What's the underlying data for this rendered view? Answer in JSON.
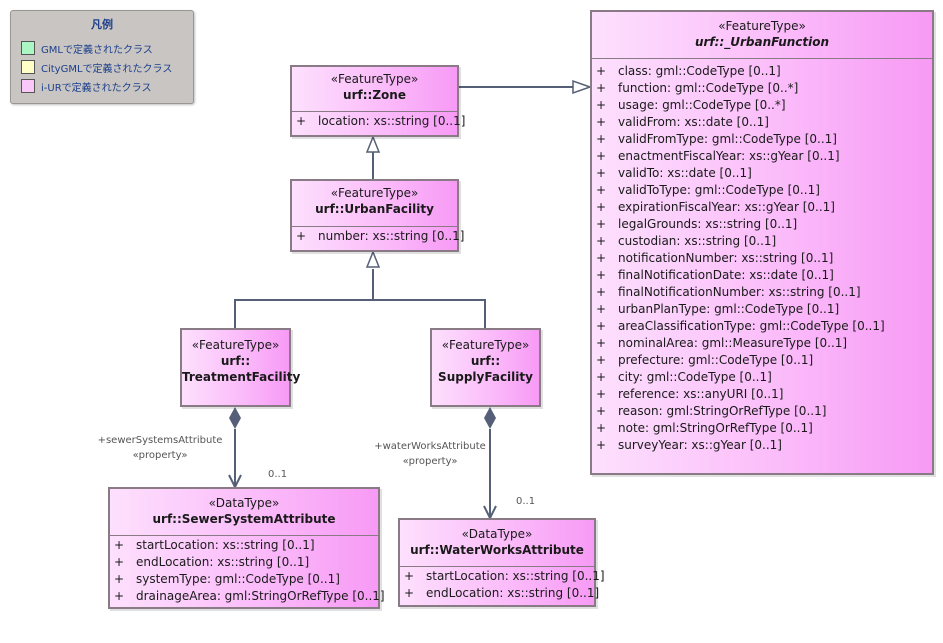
{
  "legend": {
    "title": "凡例",
    "items": [
      {
        "label": "GMLで定義されたクラス",
        "color": "#aaf7c4"
      },
      {
        "label": "CityGMLで定義されたクラス",
        "color": "#fefec6"
      },
      {
        "label": "i-URで定義されたクラス",
        "color": "#f9c8f8"
      }
    ]
  },
  "classes": {
    "zone": {
      "stereotype": "«FeatureType»",
      "name": "urf::Zone",
      "attributes": [
        {
          "vis": "+",
          "text": "location: xs::string [0..1]"
        }
      ]
    },
    "urban_facility": {
      "stereotype": "«FeatureType»",
      "name": "urf::UrbanFacility",
      "attributes": [
        {
          "vis": "+",
          "text": "number: xs::string [0..1]"
        }
      ]
    },
    "treatment_facility": {
      "stereotype": "«FeatureType»",
      "name_line1": "urf::",
      "name_line2": "TreatmentFacility"
    },
    "supply_facility": {
      "stereotype": "«FeatureType»",
      "name_line1": "urf::",
      "name_line2": "SupplyFacility"
    },
    "sewer_system_attribute": {
      "stereotype": "«DataType»",
      "name": "urf::SewerSystemAttribute",
      "attributes": [
        {
          "vis": "+",
          "text": "startLocation: xs::string [0..1]"
        },
        {
          "vis": "+",
          "text": "endLocation: xs::string [0..1]"
        },
        {
          "vis": "+",
          "text": "systemType: gml::CodeType [0..1]"
        },
        {
          "vis": "+",
          "text": "drainageArea: gml:StringOrRefType [0..1]"
        }
      ]
    },
    "water_works_attribute": {
      "stereotype": "«DataType»",
      "name": "urf::WaterWorksAttribute",
      "attributes": [
        {
          "vis": "+",
          "text": "startLocation: xs::string [0..1]"
        },
        {
          "vis": "+",
          "text": "endLocation: xs::string [0..1]"
        }
      ]
    },
    "urban_function": {
      "stereotype": "«FeatureType»",
      "name": "urf::_UrbanFunction",
      "attributes": [
        {
          "vis": "+",
          "text": "class: gml::CodeType [0..1]"
        },
        {
          "vis": "+",
          "text": "function: gml::CodeType [0..*]"
        },
        {
          "vis": "+",
          "text": "usage: gml::CodeType [0..*]"
        },
        {
          "vis": "+",
          "text": "validFrom: xs::date [0..1]"
        },
        {
          "vis": "+",
          "text": "validFromType: gml::CodeType [0..1]"
        },
        {
          "vis": "+",
          "text": "enactmentFiscalYear: xs::gYear [0..1]"
        },
        {
          "vis": "+",
          "text": "validTo: xs::date [0..1]"
        },
        {
          "vis": "+",
          "text": "validToType: gml::CodeType [0..1]"
        },
        {
          "vis": "+",
          "text": "expirationFiscalYear: xs::gYear [0..1]"
        },
        {
          "vis": "+",
          "text": "legalGrounds: xs::string [0..1]"
        },
        {
          "vis": "+",
          "text": "custodian: xs::string [0..1]"
        },
        {
          "vis": "+",
          "text": "notificationNumber: xs::string [0..1]"
        },
        {
          "vis": "+",
          "text": "finalNotificationDate: xs::date [0..1]"
        },
        {
          "vis": "+",
          "text": "finalNotificationNumber: xs::string [0..1]"
        },
        {
          "vis": "+",
          "text": "urbanPlanType: gml::CodeType [0..1]"
        },
        {
          "vis": "+",
          "text": "areaClassificationType: gml::CodeType [0..1]"
        },
        {
          "vis": "+",
          "text": "nominalArea: gml::MeasureType [0..1]"
        },
        {
          "vis": "+",
          "text": "prefecture: gml::CodeType [0..1]"
        },
        {
          "vis": "+",
          "text": "city: gml::CodeType [0..1]"
        },
        {
          "vis": "+",
          "text": "reference: xs::anyURI [0..1]"
        },
        {
          "vis": "+",
          "text": "reason: gml:StringOrRefType [0..1]"
        },
        {
          "vis": "+",
          "text": "note: gml:StringOrRefType [0..1]"
        },
        {
          "vis": "+",
          "text": "surveyYear: xs::gYear [0..1]"
        }
      ]
    }
  },
  "associations": {
    "sewer": {
      "role": "+sewerSystemsAttribute",
      "stereotype": "«property»",
      "multiplicity": "0..1"
    },
    "water": {
      "role": "+waterWorksAttribute",
      "stereotype": "«property»",
      "multiplicity": "0..1"
    }
  }
}
